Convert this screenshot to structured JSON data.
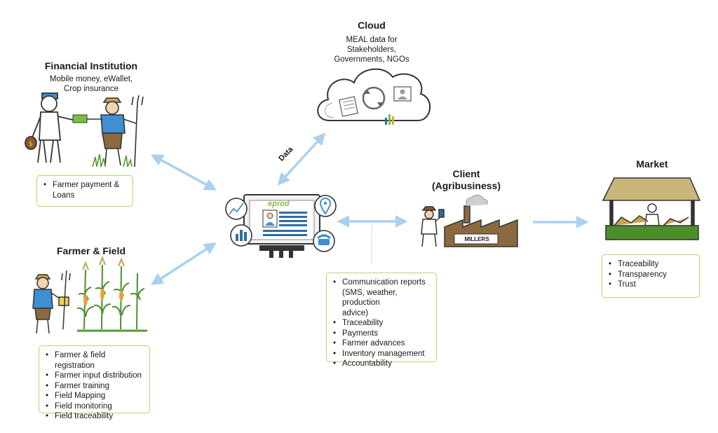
{
  "cloud": {
    "title": "Cloud",
    "subtitle": [
      "MEAL data for",
      "Stakeholders,",
      "Governments, NGOs"
    ]
  },
  "financial": {
    "title": "Financial Institution",
    "subtitle": [
      "Mobile money, eWallet,",
      "Crop insurance"
    ],
    "items": [
      "Farmer payment &",
      "Loans"
    ]
  },
  "farmer": {
    "title": "Farmer & Field",
    "items": [
      "Farmer & field registration",
      "Farmer input distribution",
      "Farmer training",
      "Field Mapping",
      "Field monitoring",
      "Field traceability"
    ]
  },
  "client": {
    "title": [
      "Client",
      "(Agribusiness)"
    ],
    "millers_label": "MILLERS"
  },
  "market": {
    "title": "Market",
    "items": [
      "Traceability",
      "Transparency",
      "Trust"
    ]
  },
  "center": {
    "logo": "eprod",
    "data_label": "Data",
    "items": [
      "Communication reports",
      "(SMS, weather, production",
      "advice)",
      "Traceability",
      "Payments",
      "Farmer advances",
      "Inventory management",
      "Accountability"
    ]
  },
  "colors": {
    "arrow": "#a9d0ee",
    "box_border": "#b9d36b",
    "logo_green": "#7cc043",
    "screen_blue": "#2e6da4"
  }
}
